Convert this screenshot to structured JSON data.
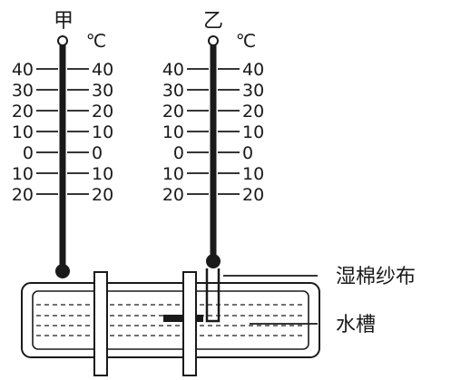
{
  "thermometers": [
    {
      "name": "甲",
      "unit": "℃",
      "left_ticks": [
        "40",
        "30",
        "20",
        "10",
        "0",
        "10",
        "20"
      ],
      "right_ticks": [
        "40",
        "30",
        "20",
        "10",
        "0",
        "10",
        "20"
      ]
    },
    {
      "name": "乙",
      "unit": "℃",
      "left_ticks": [
        "40",
        "30",
        "20",
        "10",
        "0",
        "10",
        "20"
      ],
      "right_ticks": [
        "40",
        "30",
        "20",
        "10",
        "0",
        "10",
        "20"
      ]
    }
  ],
  "labels": {
    "wet_gauze": "湿棉纱布",
    "water_tank": "水槽"
  },
  "colors": {
    "ink": "#1a1a1a",
    "background": "#ffffff"
  }
}
